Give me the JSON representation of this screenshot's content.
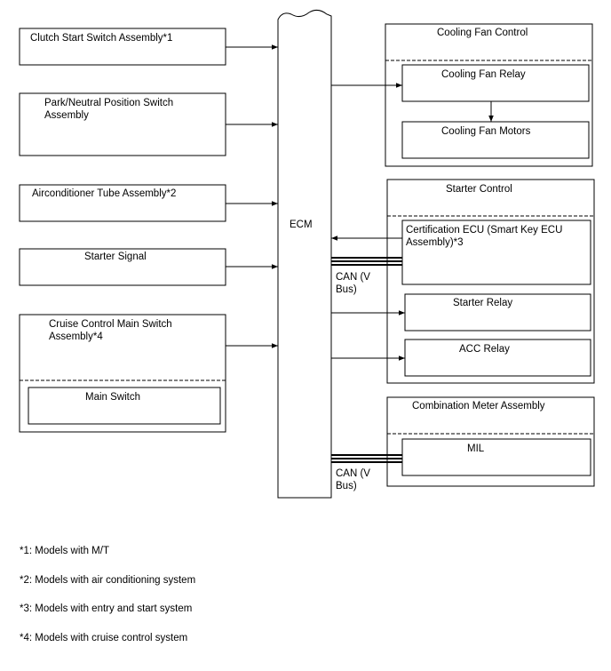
{
  "ecm": {
    "label": "ECM"
  },
  "inputs": {
    "clutch_start": [
      "Clutch Start Switch Assembly*1"
    ],
    "park_neutral": [
      "Park/Neutral Position Switch",
      "Assembly"
    ],
    "aircon_tube": [
      "Airconditioner Tube Assembly*2"
    ],
    "starter_signal": [
      "Starter Signal"
    ],
    "cruise_control": [
      "Cruise Control Main Switch",
      "Assembly*4"
    ],
    "main_switch": [
      "Main Switch"
    ]
  },
  "cooling_fan": {
    "title": "Cooling Fan Control",
    "relay": "Cooling Fan Relay",
    "motors": "Cooling Fan Motors"
  },
  "starter_control": {
    "title": "Starter Control",
    "certification_ecu": [
      "Certification ECU (Smart Key ECU",
      "Assembly)*3"
    ],
    "starter_relay": "Starter Relay",
    "acc_relay": "ACC Relay"
  },
  "combination_meter": {
    "title": "Combination Meter Assembly",
    "mil": "MIL"
  },
  "can_labels": {
    "upper": [
      "CAN (V",
      "Bus)"
    ],
    "lower": [
      "CAN (V",
      "Bus)"
    ]
  },
  "notes": [
    "*1: Models with M/T",
    "*2: Models with air conditioning system",
    "*3: Models with entry and start system",
    "*4: Models with cruise control system"
  ]
}
